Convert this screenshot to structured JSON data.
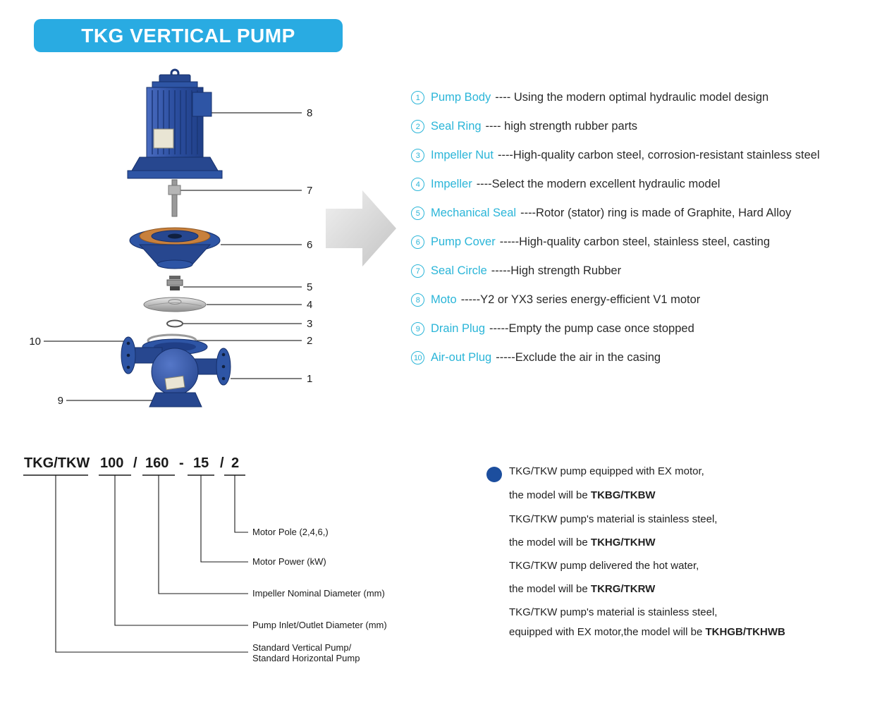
{
  "colors": {
    "badge": "#29abe2",
    "cyan": "#2ab5d8",
    "navy": "#1c4e9e",
    "text": "#2a2a2a"
  },
  "header": {
    "title": "TKG VERTICAL PUMP"
  },
  "parts": [
    {
      "num": "1",
      "name": "Pump Body",
      "desc": "---- Using the modern optimal hydraulic model design"
    },
    {
      "num": "2",
      "name": "Seal Ring",
      "desc": "---- high strength rubber parts"
    },
    {
      "num": "3",
      "name": "Impeller Nut",
      "desc": "----High-quality carbon steel, corrosion-resistant stainless steel"
    },
    {
      "num": "4",
      "name": "Impeller",
      "desc": "----Select the modern excellent hydraulic model"
    },
    {
      "num": "5",
      "name": "Mechanical Seal",
      "desc": "----Rotor (stator) ring is made of Graphite, Hard Alloy"
    },
    {
      "num": "6",
      "name": "Pump Cover",
      "desc": "-----High-quality carbon steel, stainless steel, casting"
    },
    {
      "num": "7",
      "name": "Seal Circle",
      "desc": "-----High strength Rubber"
    },
    {
      "num": "8",
      "name": "Moto",
      "desc": "-----Y2 or YX3 series energy-efficient V1 motor"
    },
    {
      "num": "9",
      "name": "Drain Plug",
      "desc": "-----Empty the pump case once stopped"
    },
    {
      "num": "10",
      "name": "Air-out Plug",
      "desc": "-----Exclude the air in the casing"
    }
  ],
  "diagram": {
    "callouts": [
      "8",
      "7",
      "6",
      "5",
      "4",
      "3",
      "2",
      "1",
      "10",
      "9"
    ]
  },
  "model_code": {
    "tokens": [
      "TKG/TKW",
      "100",
      "160",
      "15",
      "2"
    ],
    "separators": [
      "/",
      "-",
      "/"
    ],
    "labels": [
      "Motor Pole (2,4,6,)",
      "Motor Power (kW)",
      "Impeller Nominal Diameter (mm)",
      "Pump Inlet/Outlet Diameter (mm)",
      "Standard Vertical Pump/",
      "Standard Horizontal Pump"
    ]
  },
  "notes": {
    "lines": [
      {
        "pre": "TKG/TKW pump equipped with EX motor,",
        "bold": ""
      },
      {
        "pre": "the model will be ",
        "bold": "TKBG/TKBW"
      },
      {
        "pre": "TKG/TKW pump's material is stainless steel,",
        "bold": ""
      },
      {
        "pre": "the model will be ",
        "bold": "TKHG/TKHW"
      },
      {
        "pre": "TKG/TKW pump delivered the hot water,",
        "bold": ""
      },
      {
        "pre": "the model will be ",
        "bold": "TKRG/TKRW"
      },
      {
        "pre": "TKG/TKW pump's material is stainless steel,",
        "bold": ""
      },
      {
        "pre": "equipped with EX motor,the model will be ",
        "bold": "TKHGB/TKHWB"
      }
    ]
  }
}
